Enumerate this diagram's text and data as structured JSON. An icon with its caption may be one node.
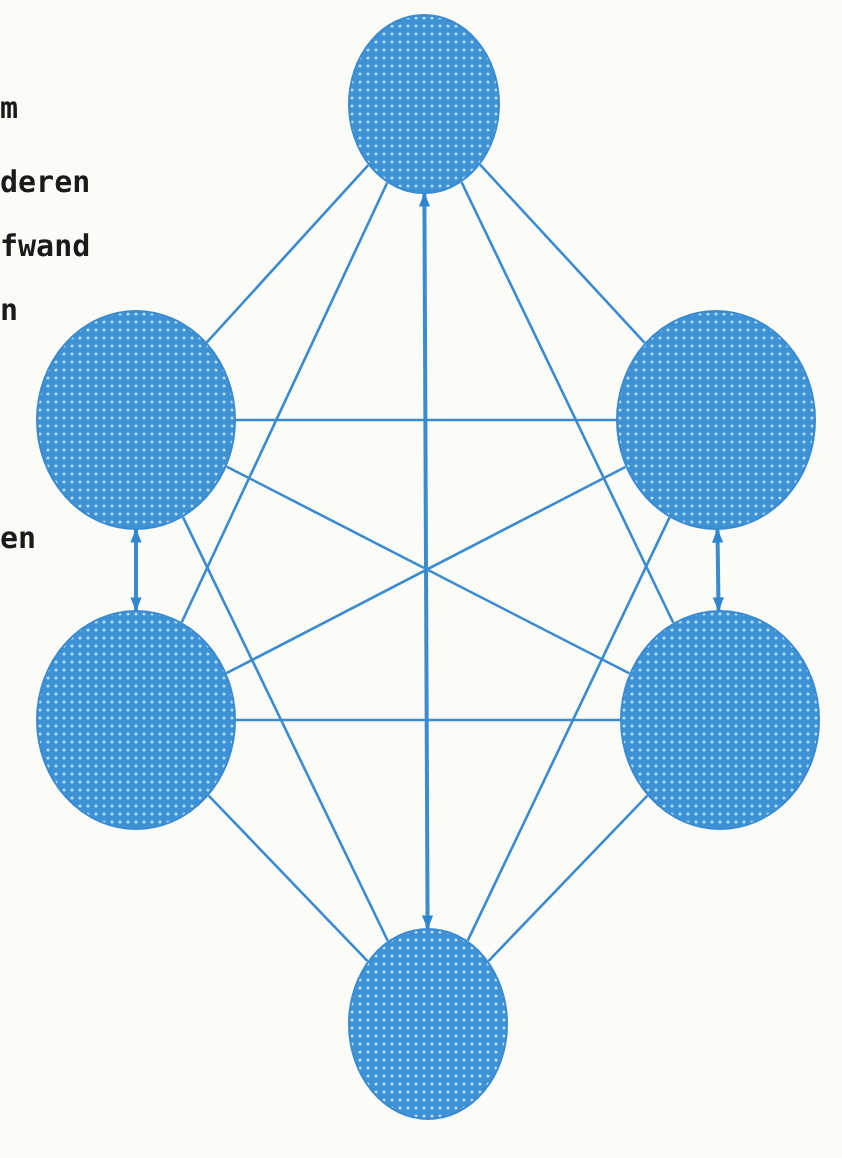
{
  "diagram": {
    "nodes": [
      {
        "text": [],
        "shape": "circle"
      },
      {
        "text": [],
        "shape": "circle"
      },
      {
        "text": [],
        "shape": "circle"
      },
      {
        "text": [],
        "shape": "circle"
      },
      {
        "text": [],
        "shape": "circle"
      },
      {
        "text": [],
        "shape": "circle"
      }
    ],
    "edges": [
      {
        "from": 0,
        "to": 1,
        "arrow": "none"
      },
      {
        "from": 0,
        "to": 2,
        "arrow": "none"
      },
      {
        "from": 0,
        "to": 3,
        "arrow": "none"
      },
      {
        "from": 0,
        "to": 4,
        "arrow": "none"
      },
      {
        "from": 5,
        "to": 0,
        "arrow": "both"
      },
      {
        "from": 1,
        "to": 2,
        "arrow": "none"
      },
      {
        "from": 3,
        "to": 1,
        "arrow": "both"
      },
      {
        "from": 1,
        "to": 4,
        "arrow": "none"
      },
      {
        "from": 1,
        "to": 5,
        "arrow": "none"
      },
      {
        "from": 2,
        "to": 3,
        "arrow": "none"
      },
      {
        "from": 4,
        "to": 2,
        "arrow": "both"
      },
      {
        "from": 2,
        "to": 5,
        "arrow": "none"
      },
      {
        "from": 3,
        "to": 4,
        "arrow": "none"
      },
      {
        "from": 3,
        "to": 5,
        "arrow": "none"
      },
      {
        "from": 4,
        "to": 5,
        "arrow": "none"
      }
    ],
    "labels": [
      "m",
      "deren",
      "fwand",
      "n",
      "en"
    ]
  }
}
